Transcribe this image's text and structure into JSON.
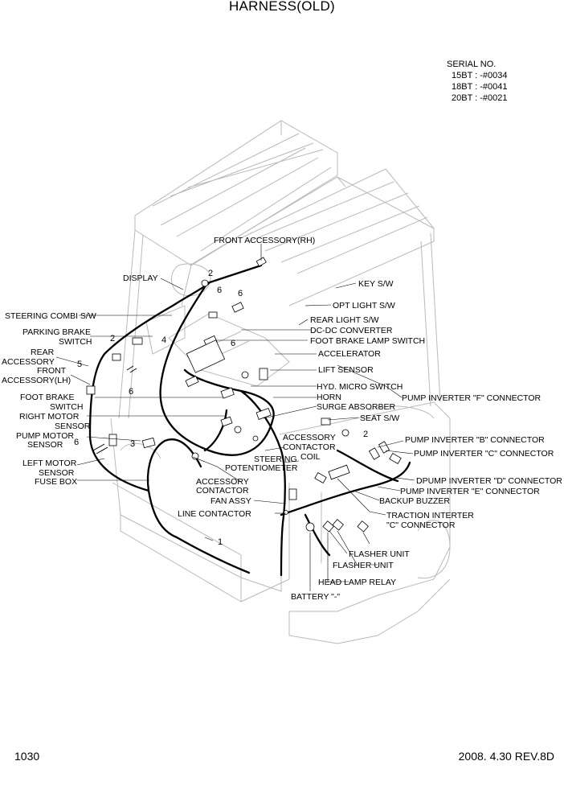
{
  "title": "HARNESS(OLD)",
  "serial": {
    "heading": "SERIAL NO.",
    "rows": [
      "15BT : -#0034",
      "18BT : -#0041",
      "20BT : -#0021"
    ]
  },
  "labels": {
    "front_accessory_rh": "FRONT ACCESSORY(RH)",
    "display": "DISPLAY",
    "key_sw": "KEY S/W",
    "opt_light_sw": "OPT LIGHT S/W",
    "steering_combi_sw": "STEERING COMBI S/W",
    "rear_light_sw": "REAR LIGHT S/W",
    "parking_brake_1": "PARKING BRAKE",
    "parking_brake_2": "SWITCH",
    "dc_dc_converter": "DC-DC CONVERTER",
    "foot_brake_lamp_switch": "FOOT BRAKE LAMP SWITCH",
    "rear_accessory_1": "REAR",
    "rear_accessory_2": "ACCESSORY",
    "accelerator": "ACCELERATOR",
    "front_accessory_lh_1": "FRONT",
    "front_accessory_lh_2": "ACCESSORY(LH)",
    "lift_sensor": "LIFT SENSOR",
    "hyd_micro_switch": "HYD. MICRO SWITCH",
    "foot_brake_switch_1": "FOOT BRAKE",
    "foot_brake_switch_2": "SWITCH",
    "horn": "HORN",
    "pump_inverter_f": "PUMP INVERTER \"F\" CONNECTOR",
    "surge_absorber": "SURGE ABSORBER",
    "right_motor_sensor_1": "RIGHT MOTOR",
    "right_motor_sensor_2": "SENSOR",
    "seat_sw": "SEAT S/W",
    "pump_motor_sensor_1": "PUMP MOTOR",
    "pump_motor_sensor_2": "SENSOR",
    "accessory_contactor_coil_1": "ACCESSORY",
    "accessory_contactor_coil_2": "CONTACTOR",
    "accessory_contactor_coil_3": "COIL",
    "pump_inverter_b": "PUMP INVERTER \"B\" CONNECTOR",
    "steering_potentiometer_1": "STEERING",
    "steering_potentiometer_2": "POTENTIOMETER",
    "pump_inverter_c": "PUMP INVERTER \"C\" CONNECTOR",
    "left_motor_sensor_1": "LEFT MOTOR",
    "left_motor_sensor_2": "SENSOR",
    "fuse_box": "FUSE BOX",
    "dpump_inverter_d": "DPUMP INVERTER \"D\" CONNECTOR",
    "accessory_contactor_1": "ACCESSORY",
    "accessory_contactor_2": "CONTACTOR",
    "pump_inverter_e": "PUMP INVERTER \"E\" CONNECTOR",
    "backup_buzzer": "BACKUP BUZZER",
    "fan_assy": "FAN ASSY",
    "line_contactor": "LINE CONTACTOR",
    "traction_inverter_1": "TRACTION INTERTER",
    "traction_inverter_2": "\"C\" CONNECTOR",
    "flasher_unit_1": "FLASHER UNIT",
    "flasher_unit_2": "FLASHER UNIT",
    "head_lamp_relay": "HEAD LAMP RELAY",
    "battery": "BATTERY \"-\""
  },
  "callouts": [
    "1",
    "2",
    "2",
    "2",
    "3",
    "4",
    "5",
    "6",
    "6",
    "6",
    "6",
    "6"
  ],
  "footer": {
    "page_number": "1030",
    "revision": "2008. 4.30  REV.8D"
  }
}
